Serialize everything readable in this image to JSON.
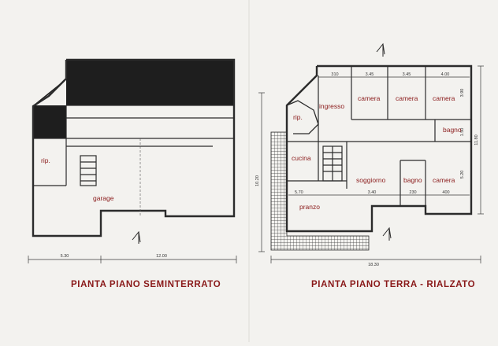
{
  "colors": {
    "paper": "#f3f2ef",
    "ink": "#2b2b2b",
    "label": "#8a1a1a",
    "hatch": "#1e1e1e"
  },
  "left_plan": {
    "title": "PIANTA PIANO SEMINTERRATO",
    "rooms": {
      "rip": "rip.",
      "garage": "garage"
    },
    "dimensions": {
      "d1": "5.30",
      "d2": "12.00"
    }
  },
  "right_plan": {
    "title": "PIANTA PIANO TERRA - RIALZATO",
    "rooms": {
      "ingresso": "ingresso",
      "rip": "rip.",
      "camera1": "camera",
      "camera2": "camera",
      "camera3": "camera",
      "bagno1": "bagno",
      "cucina": "cucina",
      "soggiorno": "soggiorno",
      "bagno2": "bagno",
      "camera4": "camera",
      "pranzo": "pranzo"
    },
    "dimensions": {
      "top1": "310",
      "top2": "3.45",
      "top3": "3.45",
      "top4": "4.00",
      "side1": "3.90",
      "side2": "1.50",
      "mid1": "5.70",
      "mid2": "3.40",
      "mid3": "230",
      "mid4": "400",
      "side3": "5.20",
      "overall_height": "11.80",
      "left_height": "10.20",
      "overall_width": "18.30"
    }
  }
}
